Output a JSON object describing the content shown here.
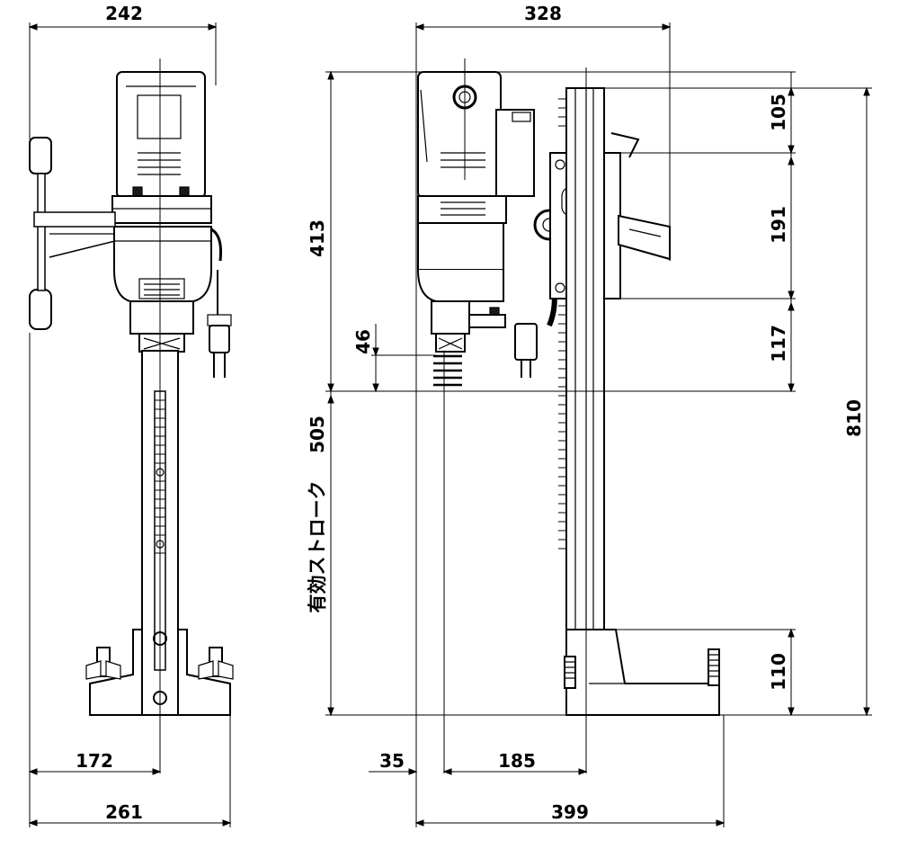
{
  "dimensions": {
    "front_width_top": "242",
    "front_center_to_edge": "172",
    "front_base_width": "261",
    "side_width_top": "328",
    "side_offset": "35",
    "side_center_to_column": "185",
    "side_base_width": "399",
    "motor_height": "413",
    "nozzle_height": "46",
    "stroke": "505",
    "column_top": "105",
    "carriage": "191",
    "below_carriage": "117",
    "base_height": "110",
    "total_height": "810"
  },
  "labels": {
    "effective_stroke": "有効ストローク"
  },
  "colors": {
    "line": "#000000",
    "fill_light": "#ffffff",
    "fill_dark": "#1a1a1a",
    "fill_mid": "#4d4d4d"
  }
}
